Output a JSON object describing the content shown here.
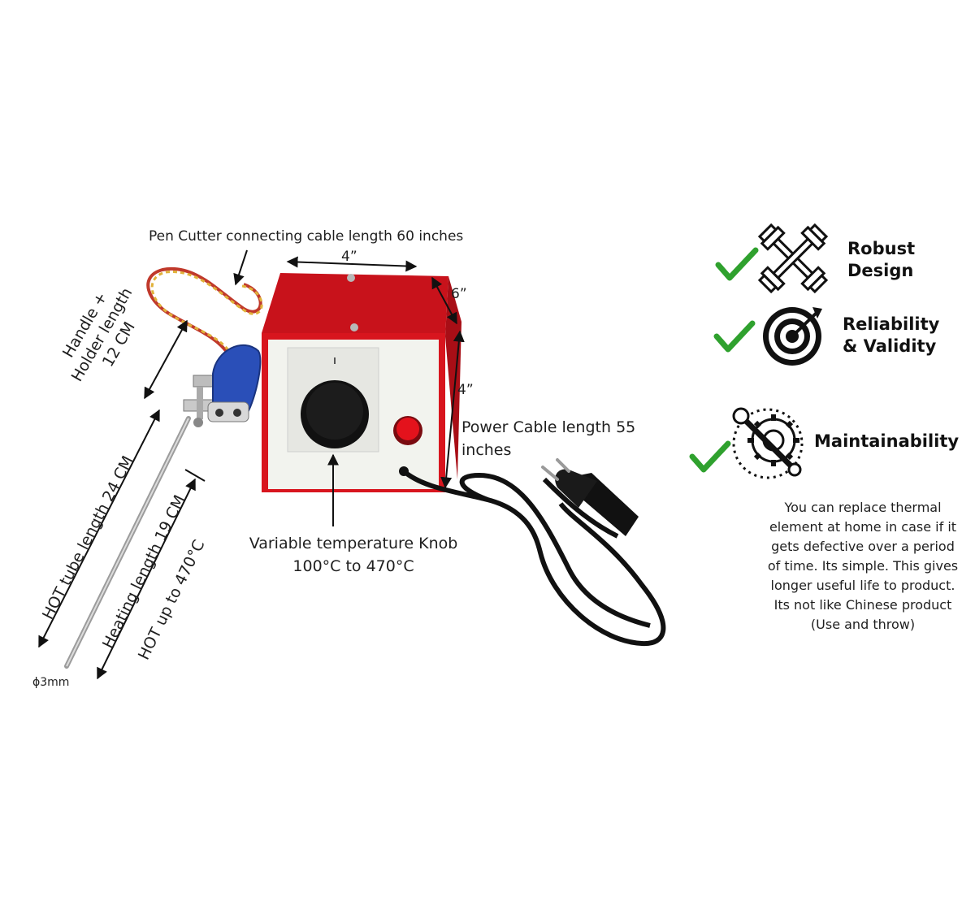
{
  "labels": {
    "cable_top": "Pen Cutter connecting cable length 60 inches",
    "dim_width": "4”",
    "dim_depth": "6”",
    "dim_height": "4”",
    "power_cable_line1": "Power Cable length 55",
    "power_cable_line2": "inches",
    "knob_line1": "Variable temperature Knob",
    "knob_line2": "100°C to 470°C",
    "handle_line1": "Handle +",
    "handle_line2": "Holder length",
    "handle_line3": "12 CM",
    "hot_tube": "HOT tube length 24 CM",
    "heating_length": "Heating length 19 CM",
    "hot_up_to": "HOT up to 470°C",
    "diameter": "ϕ3mm"
  },
  "features": [
    {
      "line1": "Robust",
      "line2": "Design",
      "icon": "dumbbell-icon"
    },
    {
      "line1": "Reliability",
      "line2": "& Validity",
      "icon": "target-icon"
    },
    {
      "line1": "Maintainability",
      "line2": "",
      "icon": "wrench-gear-icon"
    }
  ],
  "maintain_desc": [
    "You can replace thermal",
    "element at home in case if it",
    "gets defective over a period",
    "of time. Its simple. This gives",
    "longer useful life to product.",
    "Its not like Chinese product",
    "(Use and throw)"
  ],
  "colors": {
    "box_red": "#d8151e",
    "face_white": "#f2f3ee",
    "knob_black": "#111111",
    "button_red": "#e4121c",
    "check_green": "#2fa12e",
    "handle_blue": "#2a4fb8"
  }
}
